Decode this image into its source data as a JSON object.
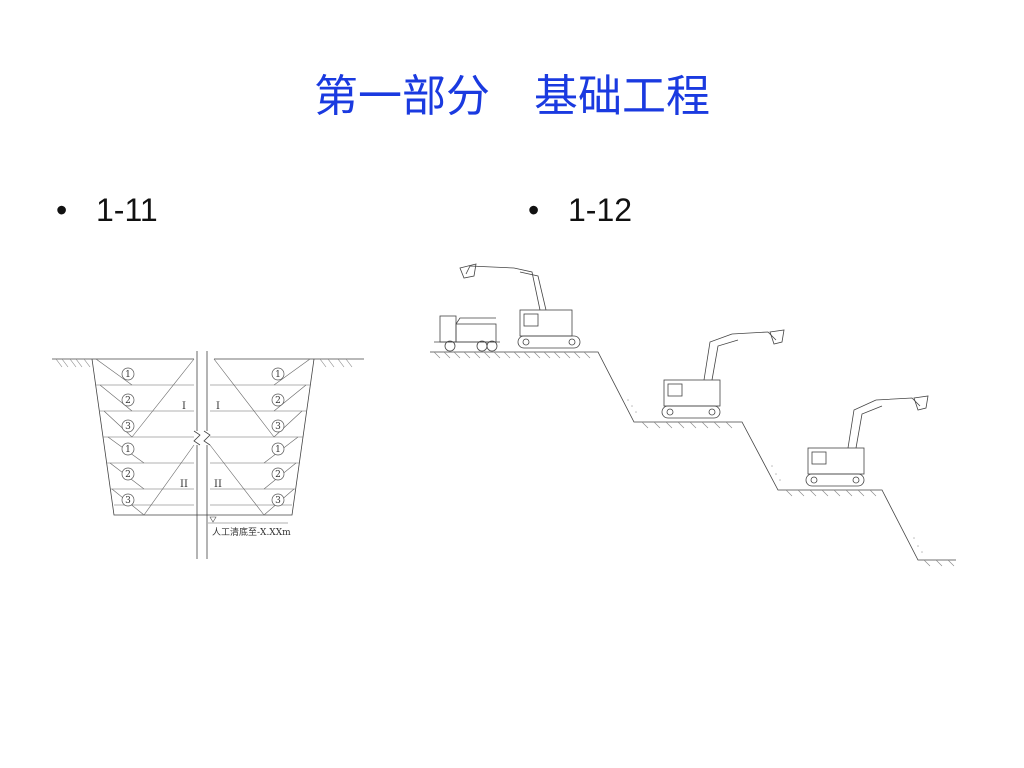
{
  "slide": {
    "title": "第一部分　基础工程",
    "bullet_char": "•",
    "bullets": [
      {
        "label": "1-11"
      },
      {
        "label": "1-12"
      }
    ]
  },
  "diagram_left": {
    "layer_labels_left": [
      "1",
      "2",
      "3",
      "1",
      "2",
      "3"
    ],
    "layer_labels_right": [
      "1",
      "2",
      "3",
      "1",
      "2",
      "3"
    ],
    "zone_upper": "I",
    "zone_lower": "II",
    "note": "人工清底至-X.XXm"
  },
  "colors": {
    "title": "#1a3ae0",
    "text": "#111111",
    "line": "#444444"
  }
}
